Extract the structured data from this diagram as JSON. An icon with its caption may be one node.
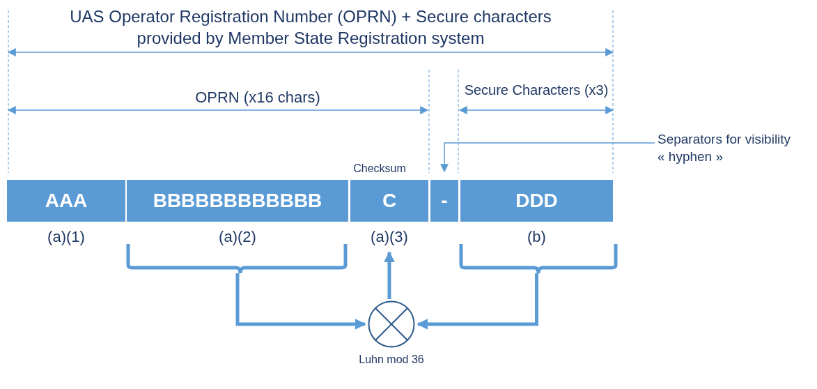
{
  "diagram": {
    "nodes": [
      {
        "text": [
          "AAA"
        ],
        "beside": [
          "(a)(1)"
        ]
      },
      {
        "text": [
          "BBBBBBBBBBBB"
        ],
        "beside": [
          "(a)(2)"
        ]
      },
      {
        "text": [
          "C"
        ],
        "beside": [
          "Checksum",
          "(a)(3)"
        ]
      },
      {
        "text": [
          "-"
        ]
      },
      {
        "text": [
          "DDD"
        ],
        "beside": [
          "(b)"
        ]
      },
      {
        "text": [
          "Separators for visibility « hyphen »"
        ]
      },
      {
        "text": [],
        "shape": "circle",
        "beside": [
          "Luhn mod 36"
        ]
      }
    ],
    "edges": [
      {
        "from": 1,
        "to": 6,
        "arrow": "to"
      },
      {
        "from": 4,
        "to": 6,
        "arrow": "to"
      },
      {
        "from": 6,
        "to": 2,
        "arrow": "to"
      },
      {
        "from": 5,
        "to": 3,
        "arrow": "to"
      }
    ],
    "labels": [
      "UAS Operator Registration Number (OPRN) + Secure characters provided by Member State Registration system",
      "OPRN (x16 chars)",
      "Secure Characters (x3)"
    ]
  }
}
